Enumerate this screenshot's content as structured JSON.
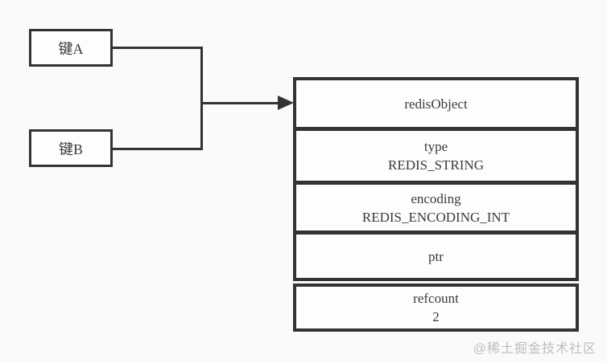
{
  "diagram": {
    "keys": [
      {
        "label": "键A"
      },
      {
        "label": "键B"
      }
    ],
    "object_table": {
      "rows": [
        {
          "line1": "redisObject",
          "line2": ""
        },
        {
          "line1": "type",
          "line2": "REDIS_STRING"
        },
        {
          "line1": "encoding",
          "line2": "REDIS_ENCODING_INT"
        },
        {
          "line1": "ptr",
          "line2": ""
        },
        {
          "line1": "refcount",
          "line2": "2"
        }
      ]
    },
    "watermark": "@稀土掘金技术社区",
    "colors": {
      "line": "#333333",
      "background": "#fafafa",
      "cell_fill": "#fdfdfd",
      "watermark": "#bdbdbd"
    }
  }
}
